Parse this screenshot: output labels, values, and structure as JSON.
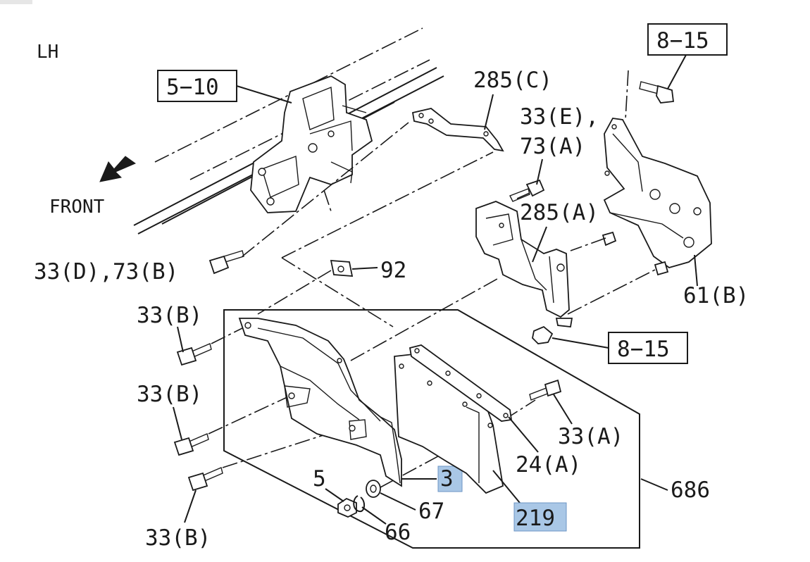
{
  "view_label": "LH",
  "direction_label": "FRONT",
  "reference_boxes": {
    "ref_5_10": "5−10",
    "ref_8_15_top": "8−15",
    "ref_8_15_mid": "8−15"
  },
  "callouts": {
    "c285c": "285(C)",
    "c33e_line1": "33(E),",
    "c73a": "73(A)",
    "c285a": "285(A)",
    "c33d73b": "33(D),73(B)",
    "c92": "92",
    "c61b": "61(B)",
    "c33b_1": "33(B)",
    "c33b_2": "33(B)",
    "c33b_3": "33(B)",
    "c33a": "33(A)",
    "c24a": "24(A)",
    "c686": "686",
    "c5": "5",
    "c67": "67",
    "c66": "66",
    "c3": "3",
    "c219": "219"
  },
  "colors": {
    "highlight_fill": "#a9c7e6",
    "line": "#1a1a1a",
    "background": "#ffffff"
  },
  "icons": {
    "front_arrow": "arrow-down-left-icon"
  }
}
